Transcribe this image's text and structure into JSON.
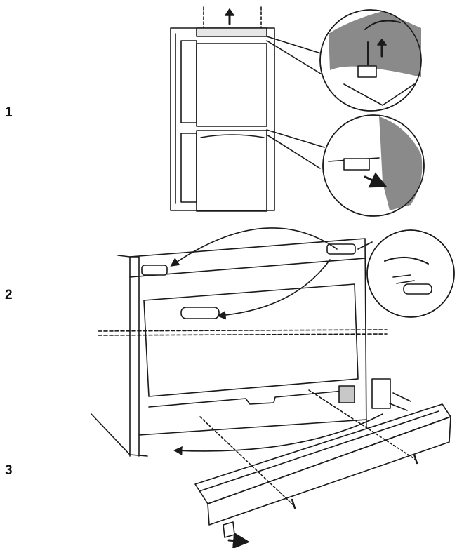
{
  "steps": [
    {
      "number": "1"
    },
    {
      "number": "2"
    },
    {
      "number": "3"
    }
  ],
  "colors": {
    "line": "#1a1a1a",
    "paper": "#ffffff",
    "detail_fill": "#8a8a8a",
    "detail_light": "#c8c8c8",
    "panel_fill": "#e6e6e6"
  },
  "icons": [
    "up-arrow-icon",
    "curved-arrow-icon",
    "screw-icon",
    "hinge-icon",
    "magnifier-callout"
  ]
}
